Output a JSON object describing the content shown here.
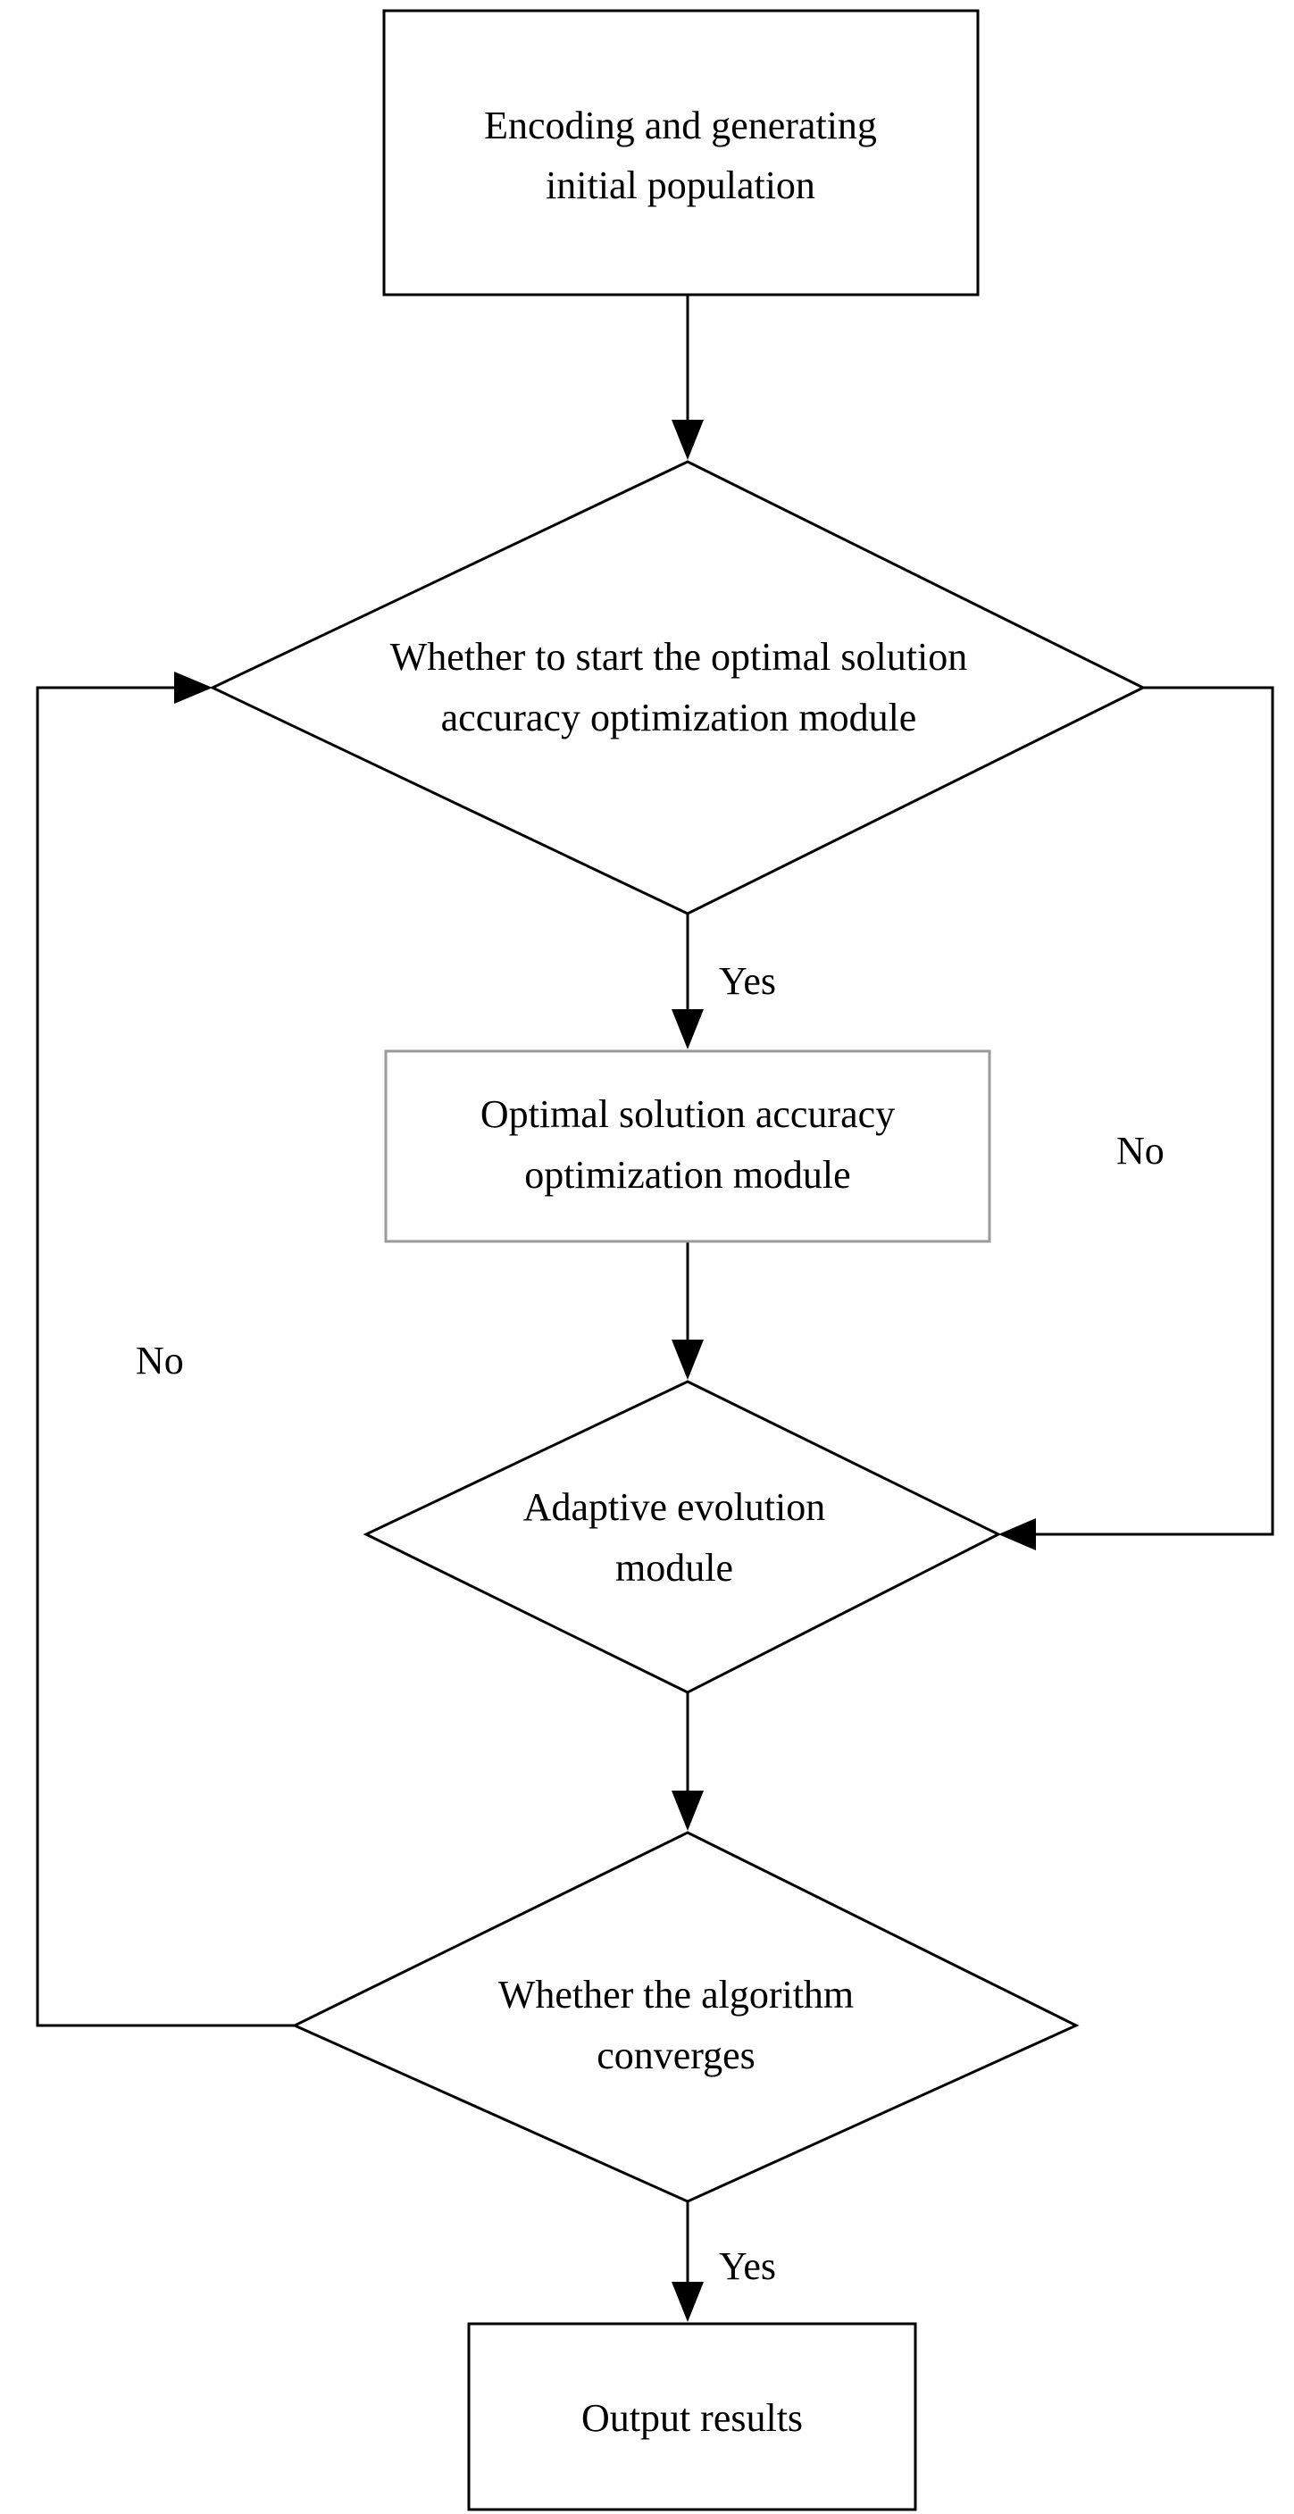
{
  "nodes": {
    "start": {
      "line1": "Encoding and generating",
      "line2": "initial population"
    },
    "decision_module": {
      "line1": "Whether to start the optimal solution",
      "line2": "accuracy optimization module"
    },
    "accuracy_module": {
      "line1": "Optimal solution accuracy",
      "line2": "optimization module"
    },
    "adaptive_module": {
      "line1": "Adaptive evolution",
      "line2": "module"
    },
    "decision_converge": {
      "line1": "Whether the algorithm",
      "line2": "converges"
    },
    "output": {
      "line1": "Output results"
    }
  },
  "edge_labels": {
    "yes_to_accuracy": "Yes",
    "no_to_adaptive": "No",
    "no_loop_back": "No",
    "yes_to_output": "Yes"
  },
  "colors": {
    "stroke": "#000000",
    "light_box_border": "#9a9a9a",
    "background": "#ffffff"
  }
}
